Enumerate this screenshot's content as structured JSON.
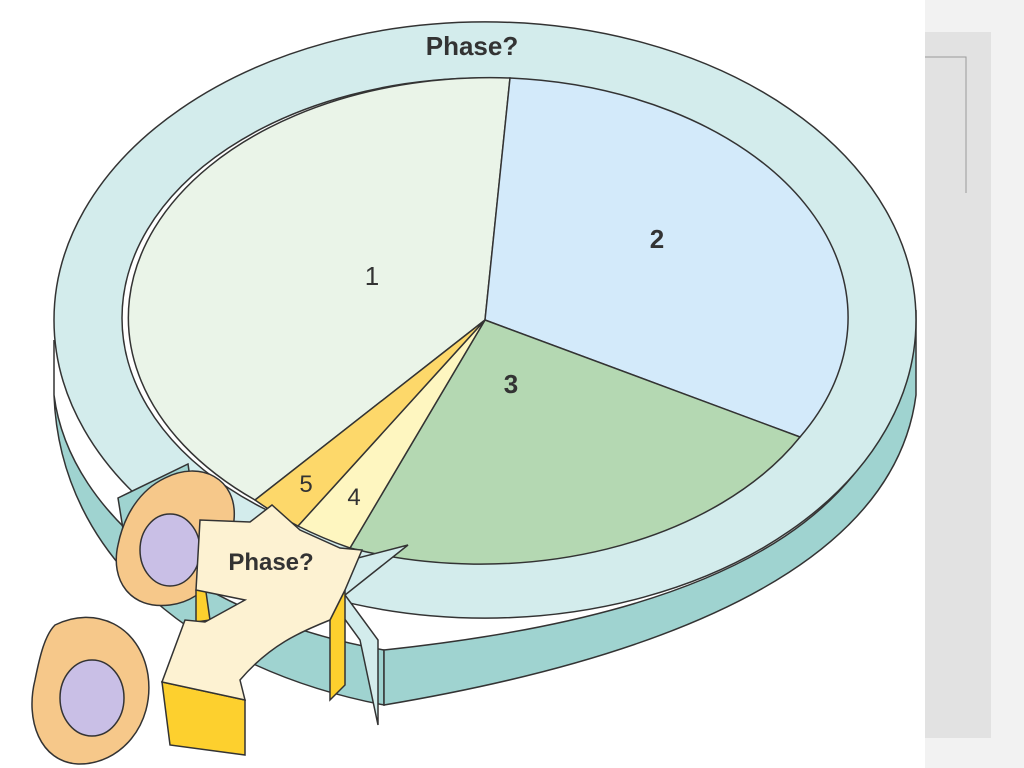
{
  "diagram": {
    "outer_label": "Phase?",
    "arrow_label": "Phase?",
    "segments": [
      {
        "id": "1",
        "label": "1",
        "color": "#eaf4e8"
      },
      {
        "id": "2",
        "label": "2",
        "color": "#d3eafa"
      },
      {
        "id": "3",
        "label": "3",
        "color": "#b4d8b2"
      },
      {
        "id": "4",
        "label": "4",
        "color": "#fef6c0"
      },
      {
        "id": "5",
        "label": "5",
        "color": "#fdd86a"
      }
    ],
    "colors": {
      "ring_top": "#d3ecec",
      "ring_side": "#9fd3d0",
      "arrow_face": "#fdf2d2",
      "arrow_side": "#fdd02e",
      "cell_body": "#f6c88a",
      "cell_nucleus": "#c9bfe6"
    }
  }
}
